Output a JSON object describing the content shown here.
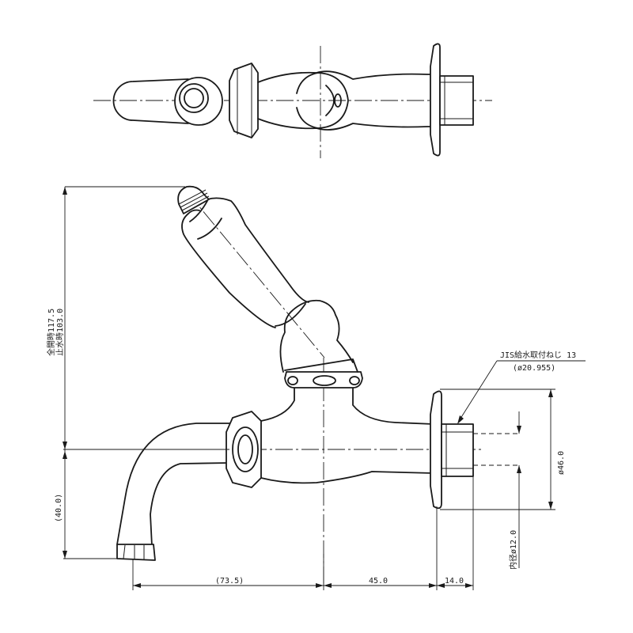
{
  "dimensions": {
    "overall_height": "全開時117.5",
    "closed_height": "止水時103.0",
    "spout_drop": "(40.0)",
    "horizontal_reach": "(73.5)",
    "body_length": "45.0",
    "thread_length": "14.0",
    "flange_diameter": "ø46.0",
    "bore_diameter": "内径ø12.0"
  },
  "callout": {
    "thread_spec": "JIS給水取付ねじ 13",
    "thread_size": "(ø20.955)"
  }
}
